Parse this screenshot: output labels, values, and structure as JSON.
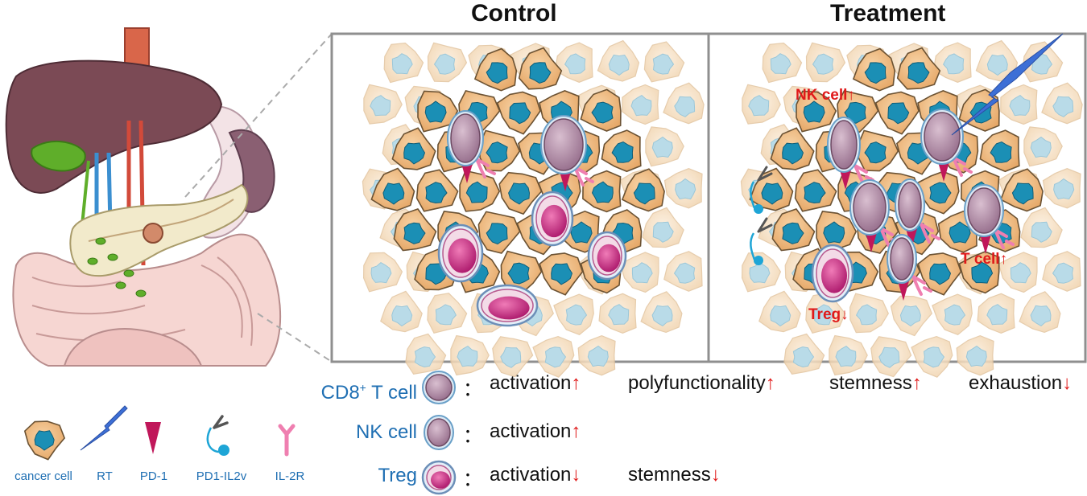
{
  "panels": {
    "control_title": "Control",
    "treatment_title": "Treatment"
  },
  "treatment_labels": {
    "nk": "NK cell↑",
    "tcell": "T cell↑",
    "treg": "Treg↓"
  },
  "effects": [
    {
      "cell": "CD8",
      "cell_sup": "+",
      "cell_rest": " T cell",
      "items": [
        {
          "text": "activation",
          "arrow": "↑"
        },
        {
          "text": "polyfunctionality",
          "arrow": "↑"
        },
        {
          "text": "stemness",
          "arrow": "↑"
        },
        {
          "text": "exhaustion",
          "arrow": "↓"
        }
      ]
    },
    {
      "cell": "NK cell",
      "items": [
        {
          "text": "activation",
          "arrow": "↑"
        }
      ]
    },
    {
      "cell": "Treg",
      "items": [
        {
          "text": "activation",
          "arrow": "↓"
        },
        {
          "text": "stemness",
          "arrow": "↓"
        }
      ]
    }
  ],
  "colon": "：",
  "legend": [
    {
      "label": "cancer cell",
      "icon": "cancer-cell-icon"
    },
    {
      "label": "RT",
      "icon": "radiation-beam-icon"
    },
    {
      "label": "PD-1",
      "icon": "pd1-triangle-icon"
    },
    {
      "label": "PD1-IL2v",
      "icon": "pd1-il2v-icon"
    },
    {
      "label": "IL-2R",
      "icon": "il2r-receptor-icon"
    }
  ],
  "colors": {
    "cancer_outer": "#f2c28e",
    "cancer_nucleus": "#1b8fb5",
    "cancer_ghost": "#f6e2c9",
    "cancer_ghost_nucleus": "#b9dbe8",
    "t_cell": "#b490a8",
    "treg": "#d13d8e",
    "cell_ring": "#8fc3e6",
    "pd1": "#c0175a",
    "il2r": "#ef7fb0",
    "rt": "#3d6fd6",
    "label_blue": "#1f6fb3",
    "arrow_red": "#e01a1a"
  }
}
